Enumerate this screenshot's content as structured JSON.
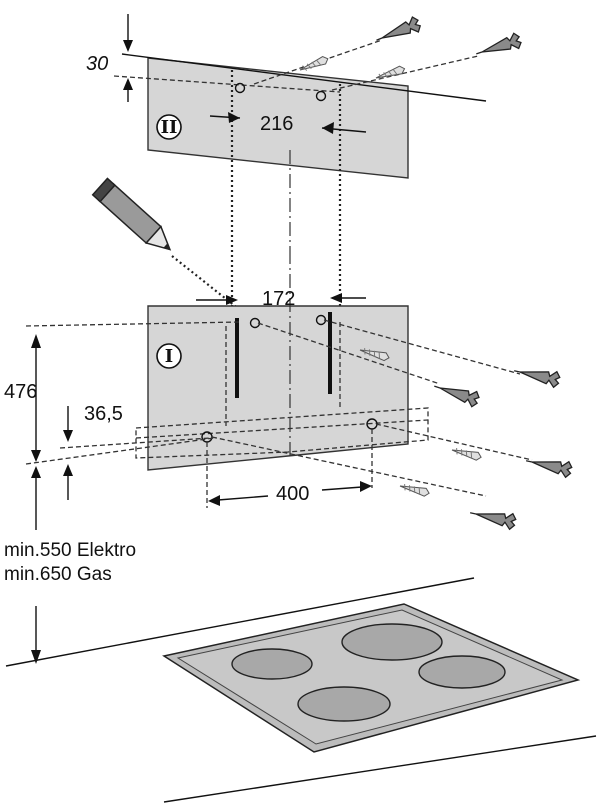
{
  "labels": {
    "upper_bracket": "II",
    "lower_bracket": "I",
    "dim_30": "30",
    "dim_216": "216",
    "dim_172": "172",
    "dim_476": "476",
    "dim_36_5": "36,5",
    "dim_400": "400",
    "min_elektro": "min.550 Elektro",
    "min_gas": "min.650 Gas"
  },
  "colors": {
    "plate": "#d6d6d6",
    "hob": "#c8c8c8",
    "burner": "#a8a8a8",
    "line": "#111111"
  },
  "icons": [
    "pencil-icon",
    "wall-plug-icon",
    "screw-icon"
  ]
}
